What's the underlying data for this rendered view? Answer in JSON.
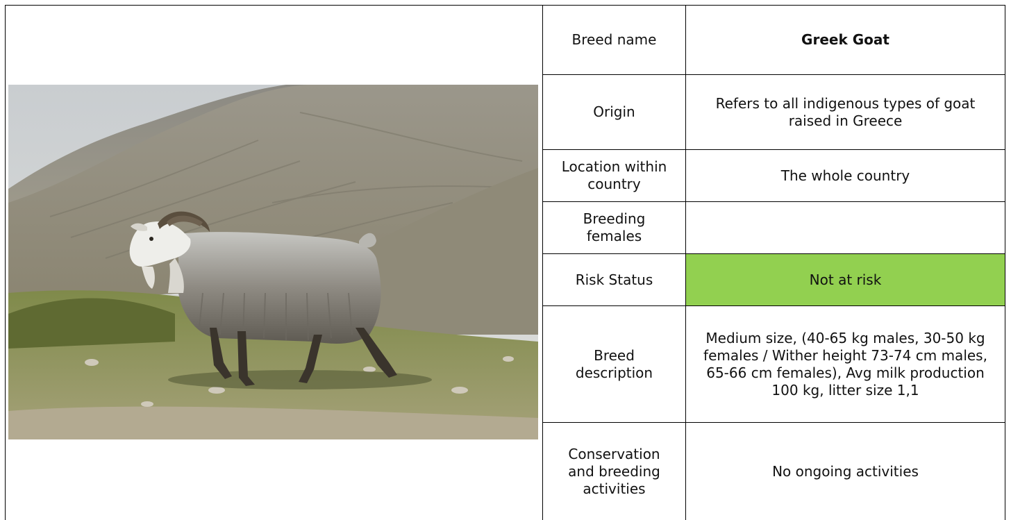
{
  "photo": {
    "subject": "goat-photo"
  },
  "rows": [
    {
      "label": "Breed name",
      "value": "Greek Goat"
    },
    {
      "label": "Origin",
      "value": "Refers to all indigenous types of goat raised in Greece"
    },
    {
      "label": "Location within country",
      "value": "The whole country"
    },
    {
      "label": "Breeding females",
      "value": ""
    },
    {
      "label": "Risk Status",
      "value": "Not at risk"
    },
    {
      "label": "Breed description",
      "value": "Medium size, (40-65 kg males, 30-50 kg females / Wither height 73-74 cm males, 65-66 cm females), Avg milk production 100 kg, litter size 1,1"
    },
    {
      "label": "Conservation and breeding activities",
      "value": "No ongoing activities"
    }
  ],
  "colors": {
    "risk_status_fill": "#92d050"
  }
}
